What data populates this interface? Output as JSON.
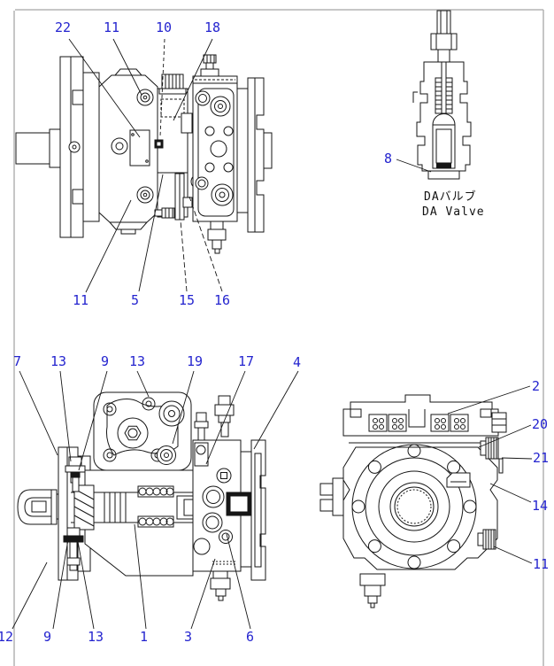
{
  "figure": {
    "kind": "parts-diagram",
    "colors": {
      "callout": "#2424cf",
      "line": "#161616",
      "frame": "#b3b3b3",
      "label": "#111111"
    },
    "valve_label": {
      "jp": "DAバルブ",
      "en": "DA Valve"
    },
    "views": [
      {
        "name": "pump side view (top left)",
        "callout_numbers": [
          "22",
          "11",
          "10",
          "18",
          "11",
          "5",
          "15",
          "16"
        ]
      },
      {
        "name": "DA valve section (top right)",
        "callout_numbers": [
          "8"
        ]
      },
      {
        "name": "pump cross-section (bottom left)",
        "callout_numbers": [
          "7",
          "13",
          "9",
          "13",
          "19",
          "17",
          "4",
          "12",
          "9",
          "13",
          "1",
          "3",
          "6"
        ]
      },
      {
        "name": "pump end view (bottom right)",
        "callout_numbers": [
          "2",
          "20",
          "21",
          "14",
          "11"
        ]
      }
    ],
    "callouts": [
      {
        "text": "22"
      },
      {
        "text": "11"
      },
      {
        "text": "10"
      },
      {
        "text": "18"
      },
      {
        "text": "11"
      },
      {
        "text": "5"
      },
      {
        "text": "15"
      },
      {
        "text": "16"
      },
      {
        "text": "8"
      },
      {
        "text": "7"
      },
      {
        "text": "13"
      },
      {
        "text": "9"
      },
      {
        "text": "13"
      },
      {
        "text": "19"
      },
      {
        "text": "17"
      },
      {
        "text": "4"
      },
      {
        "text": "12"
      },
      {
        "text": "9"
      },
      {
        "text": "13"
      },
      {
        "text": "1"
      },
      {
        "text": "3"
      },
      {
        "text": "6"
      },
      {
        "text": "2"
      },
      {
        "text": "20"
      },
      {
        "text": "21"
      },
      {
        "text": "14"
      },
      {
        "text": "11"
      }
    ]
  }
}
